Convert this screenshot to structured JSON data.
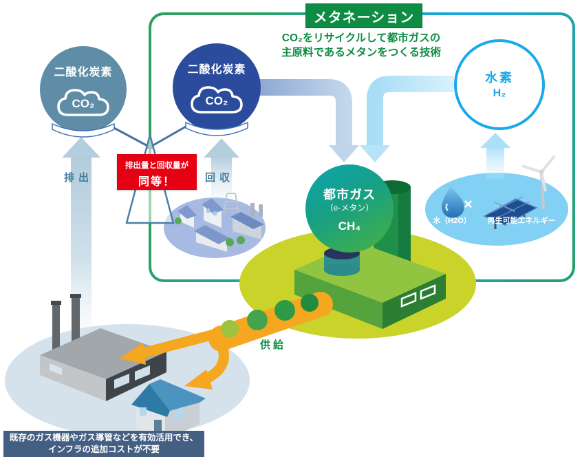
{
  "title": "メタネーション",
  "subtitle_line1": "CO₂をリサイクルして都市ガスの",
  "subtitle_line2": "主原料であるメタンをつくる技術",
  "co2_left": {
    "label": "二酸化炭素",
    "formula": "CO₂"
  },
  "co2_right": {
    "label": "二酸化炭素",
    "formula": "CO₂"
  },
  "h2": {
    "label": "水素",
    "formula": "H₂"
  },
  "gas": {
    "label": "都市ガス",
    "sublabel": "（e-メタン）",
    "formula": "CH₄"
  },
  "balance_note": {
    "line1": "排出量と回収量が",
    "line2": "同等！"
  },
  "emission_label": "排出",
  "recovery_label": "回収",
  "supply_label": "供給",
  "multiply_sign": "×",
  "water_label": "水（H2O）",
  "renewable_label": "再生可能エネルギー",
  "bottom_note": {
    "line1": "既存のガス機器やガス導管などを有効活用でき、",
    "line2": "インフラの追加コストが不要"
  },
  "colors": {
    "frame_green": "#2ba25c",
    "frame_blue": "#16a6e6",
    "title_green": "#0e8c43",
    "co2_left_circle": "#5f8da7",
    "co2_right_circle": "#2b4c9c",
    "h2_accent": "#1aa9e9",
    "gas_teal": "#18a083",
    "alert_red": "#e60013",
    "supply_orange": "#f4a71f",
    "plant_site_yellow": "#c9d32a",
    "note_navy": "#455f83"
  }
}
